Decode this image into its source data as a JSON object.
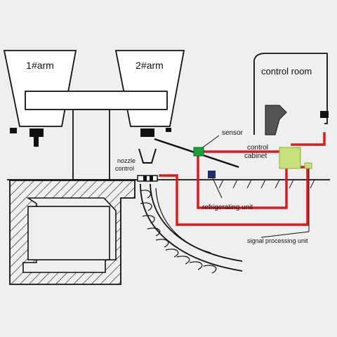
{
  "labels": {
    "arm1": "1#arm",
    "arm2": "2#arm",
    "control_room": "control room",
    "sensor": "sensor",
    "nozzle_line1": "nozzle",
    "nozzle_line2": "control",
    "cabinet_line1": "control",
    "cabinet_line2": "cabinet",
    "refrigerating_unit": "refrigerating unit",
    "signal_processing_unit": "signal processing unit"
  },
  "colors": {
    "pipe": "#e01818",
    "sensor": "#12a33a",
    "cabinet": "#c6e07a",
    "refrig_block": "#1b2f6b",
    "line": "#111111",
    "background": "#efefef"
  }
}
